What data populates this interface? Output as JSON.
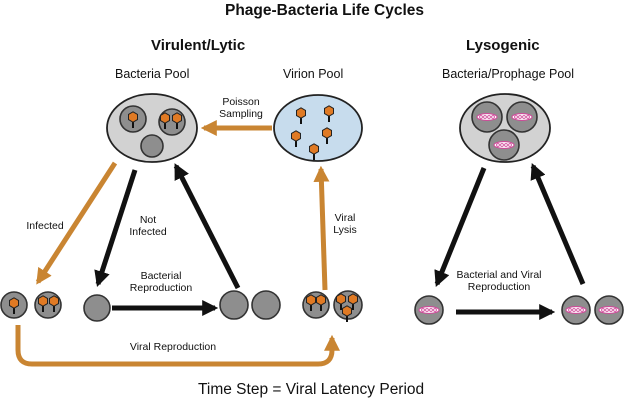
{
  "title": "Phage-Bacteria Life Cycles",
  "lytic": {
    "heading": "Virulent/Lytic",
    "bacteria_pool": "Bacteria Pool",
    "virion_pool": "Virion Pool",
    "poisson_line1": "Poisson",
    "poisson_line2": "Sampling",
    "infected": "Infected",
    "not_infected_line1": "Not",
    "not_infected_line2": "Infected",
    "bacterial_repro_line1": "Bacterial",
    "bacterial_repro_line2": "Reproduction",
    "viral_lysis_line1": "Viral",
    "viral_lysis_line2": "Lysis",
    "viral_reproduction": "Viral Reproduction"
  },
  "lysogenic": {
    "heading": "Lysogenic",
    "pool": "Bacteria/Prophage Pool",
    "repro_line1": "Bacterial and Viral",
    "repro_line2": "Reproduction"
  },
  "footer": "Time Step = Viral Latency Period",
  "colors": {
    "arrow_orange": "#c98532",
    "phage_orange": "#e07a24",
    "cell_gray": "#8e8e8e",
    "pool_gray": "#d2d2d2",
    "virion_pool_blue": "#c7dced",
    "prophage_pink": "#d04a9a"
  }
}
